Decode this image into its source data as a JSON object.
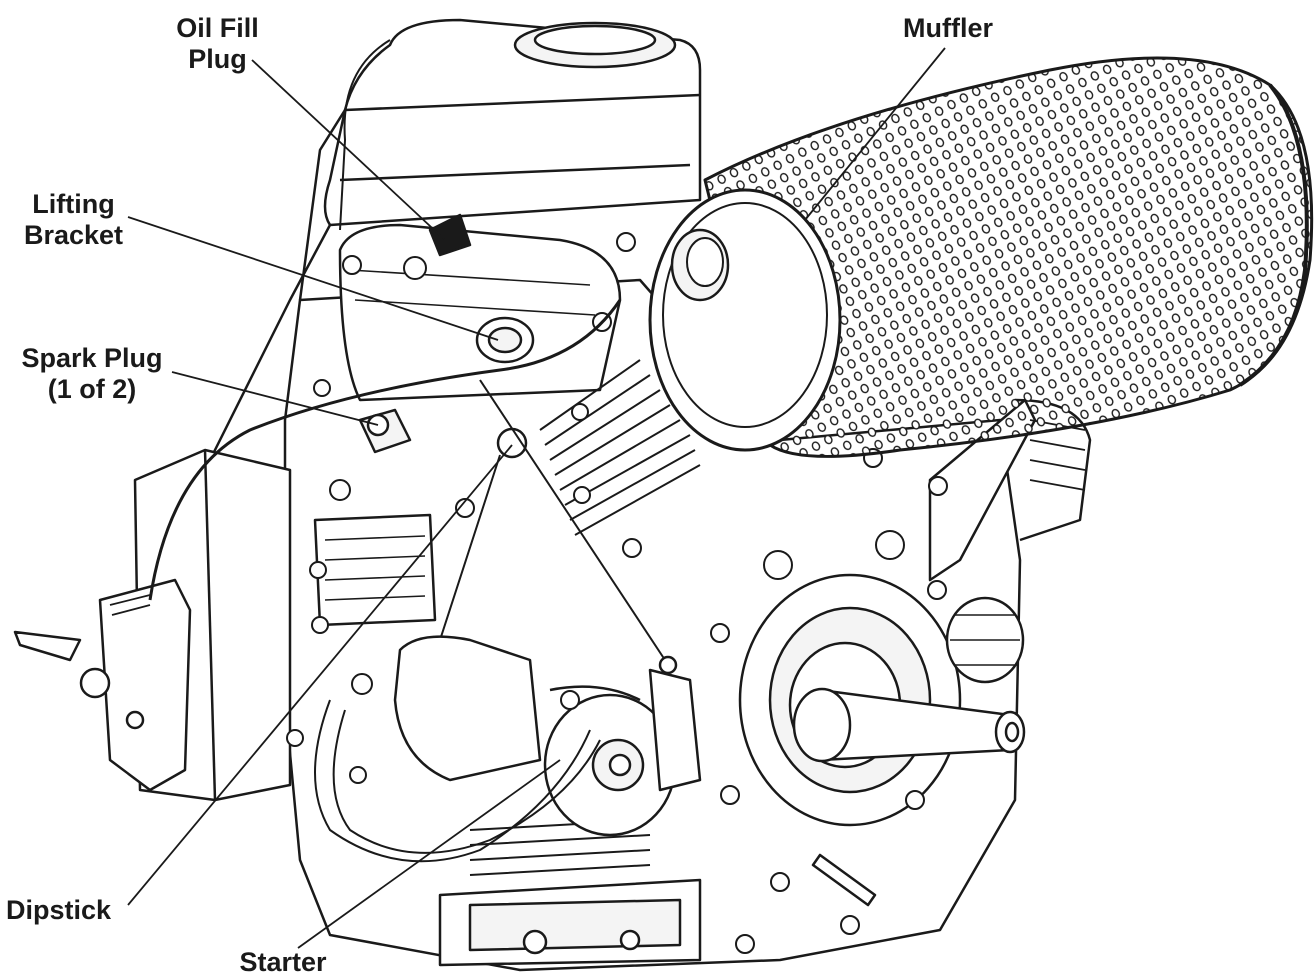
{
  "labels": {
    "oil_fill_line1": "Oil Fill",
    "oil_fill_line2": "Plug",
    "muffler": "Muffler",
    "lifting_line1": "Lifting",
    "lifting_line2": "Bracket",
    "spark_line1": "Spark Plug",
    "spark_line2": "(1 of 2)",
    "dipstick": "Dipstick",
    "starter": "Starter"
  },
  "colors": {
    "line": "#1a1a1a",
    "background": "#ffffff",
    "fill_light": "#f4f4f4",
    "fill_shadow": "#d9d9d9"
  }
}
